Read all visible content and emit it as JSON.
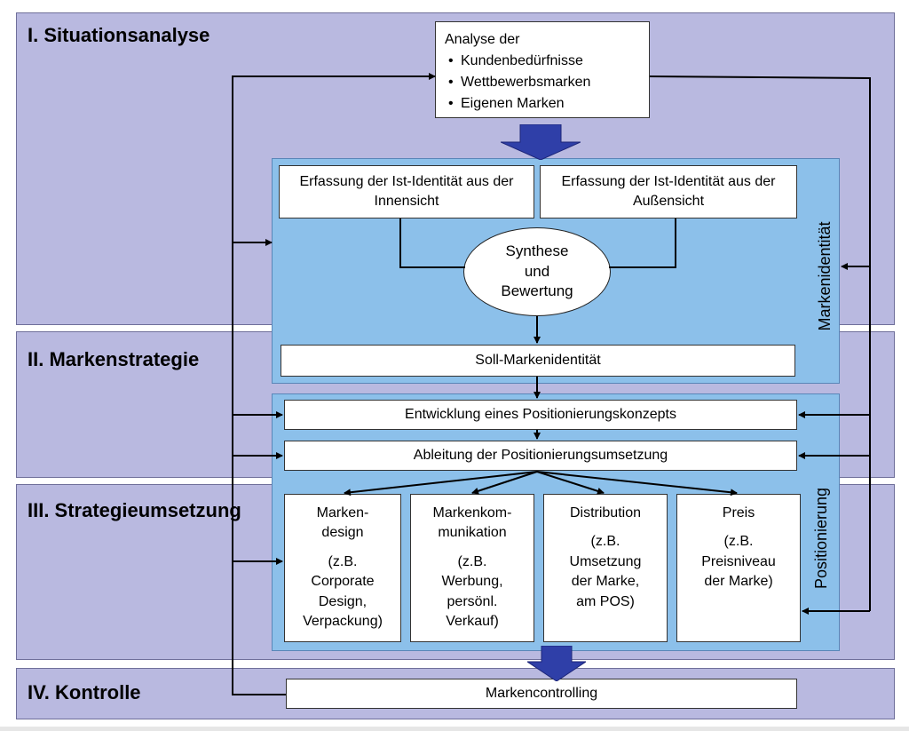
{
  "phases": [
    {
      "title": "I. Situationsanalyse"
    },
    {
      "title": "II. Markenstrategie"
    },
    {
      "title": "III. Strategieumsetzung"
    },
    {
      "title": "IV. Kontrolle"
    }
  ],
  "analysis": {
    "heading": "Analyse der",
    "items": [
      "Kundenbedürfnisse",
      "Wettbewerbsmarken",
      "Eigenen Marken"
    ]
  },
  "identity": {
    "side_label": "Markenidentität",
    "inside": "Erfassung der Ist-Identität aus der Innensicht",
    "outside": "Erfassung der Ist-Identität aus der Außensicht",
    "synthesis_lines": [
      "Synthese",
      "und",
      "Bewertung"
    ],
    "target": "Soll-Markenidentität"
  },
  "positioning": {
    "side_label": "Positionierung",
    "concept": "Entwicklung eines Positionierungskonzepts",
    "derivation": "Ableitung der Positionierungsumsetzung",
    "instruments": [
      {
        "lines": [
          "Marken-",
          "design",
          "",
          "(z.B.",
          "Corporate",
          "Design,",
          "Verpackung)"
        ]
      },
      {
        "lines": [
          "Markenkom-",
          "munikation",
          "",
          "(z.B.",
          "Werbung,",
          "persönl.",
          "Verkauf)"
        ]
      },
      {
        "lines": [
          "Distribution",
          "",
          "(z.B.",
          "Umsetzung",
          "der Marke,",
          "am POS)"
        ]
      },
      {
        "lines": [
          "Preis",
          "",
          "(z.B.",
          "Preisniveau",
          "der Marke)"
        ]
      }
    ]
  },
  "control": {
    "label": "Markencontrolling"
  },
  "colors": {
    "band": "#b9b9e0",
    "panel": "#8cc0ea",
    "block_arrow": "#2f3fa8"
  }
}
